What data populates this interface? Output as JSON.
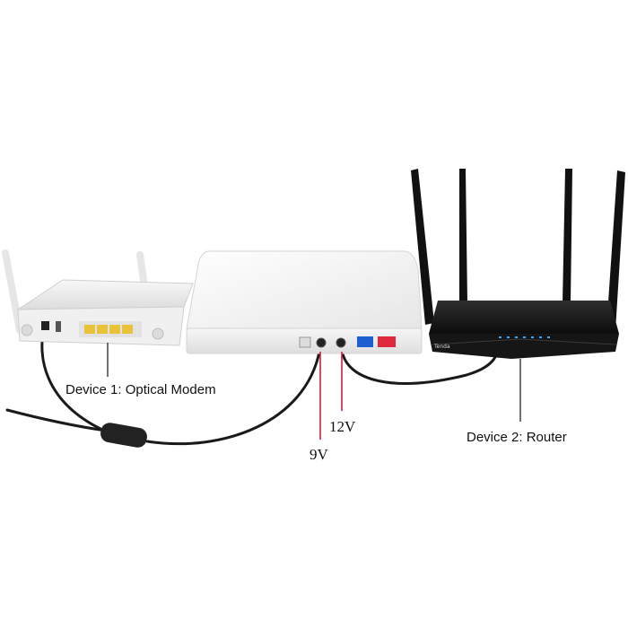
{
  "devices": {
    "modem": {
      "label": "Device 1: Optical Modem"
    },
    "router": {
      "label": "Device 2: Router",
      "brand": "Tenda"
    }
  },
  "ports": {
    "v9": {
      "label": "9V"
    },
    "v12": {
      "label": "12V"
    }
  },
  "colors": {
    "annotation_line": "#c8102e",
    "pointer_line": "#111111",
    "router_body": "#161616",
    "device_white": "#f2f2f2",
    "lan_port_yellow": "#e8c33a",
    "port_blue": "#1e5fd0",
    "port_red": "#e02a3b",
    "status_led": "#3da5ff"
  }
}
